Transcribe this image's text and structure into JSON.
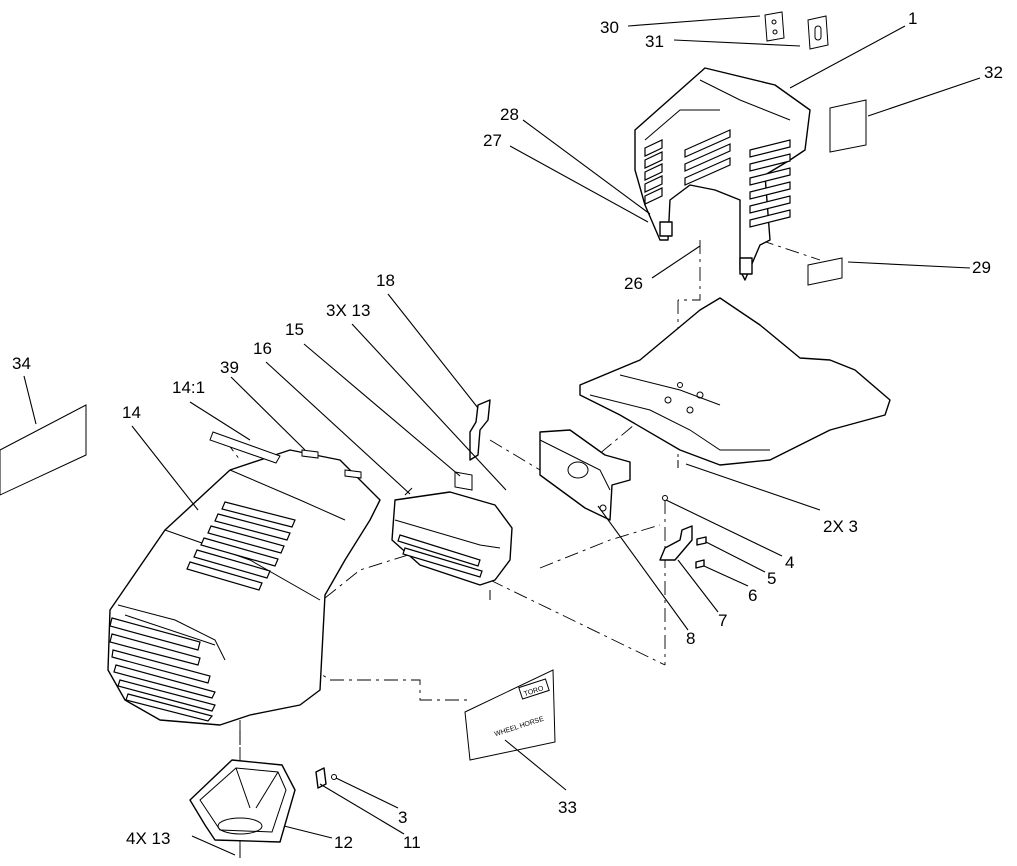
{
  "callouts": {
    "c30": "30",
    "c31": "31",
    "c1": "1",
    "c32": "32",
    "c28": "28",
    "c27": "27",
    "c26": "26",
    "c29": "29",
    "c18": "18",
    "c3x13": "3X 13",
    "c15": "15",
    "c16": "16",
    "c39": "39",
    "c14_1": "14:1",
    "c34": "34",
    "c14": "14",
    "c2x3": "2X 3",
    "c4": "4",
    "c5": "5",
    "c6": "6",
    "c7": "7",
    "c8": "8",
    "c33": "33",
    "c3": "3",
    "c11": "11",
    "c12": "12",
    "c4x13": "4X 13"
  },
  "decal_text": {
    "brand": "TORO",
    "model": "WHEEL HORSE"
  }
}
